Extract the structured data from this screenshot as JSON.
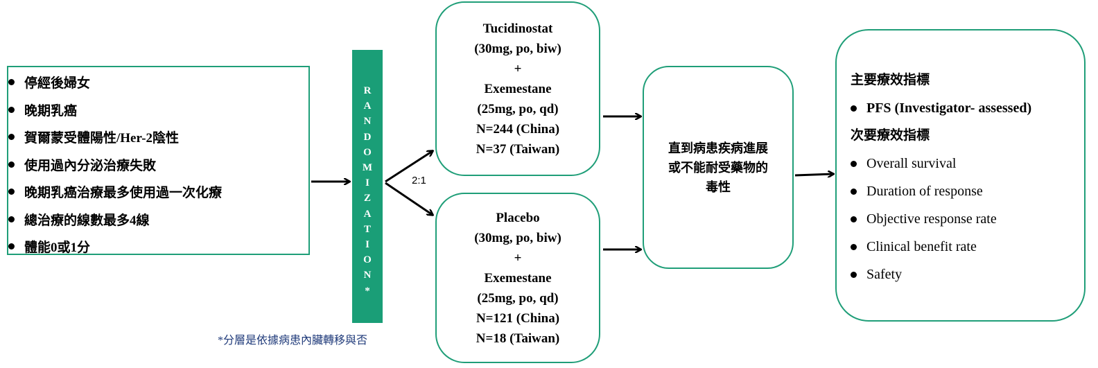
{
  "criteria": [
    "停經後婦女",
    "晚期乳癌",
    "賀爾蒙受體陽性/Her-2陰性",
    "使用過內分泌治療失敗",
    "晚期乳癌治療最多使用過一次化療",
    "總治療的線數最多4線",
    "體能0或1分"
  ],
  "randomization": [
    "R",
    "A",
    "N",
    "D",
    "O",
    "M",
    "I",
    "Z",
    "A",
    "T",
    "I",
    "O",
    "N",
    "*"
  ],
  "ratio": "2:1",
  "footnote": "*分層是依據病患內臟轉移與否",
  "arm1": [
    "Tucidinostat",
    "(30mg, po, biw)",
    "+",
    "Exemestane",
    "(25mg, po, qd)",
    "N=244 (China)",
    "N=37 (Taiwan)"
  ],
  "arm2": [
    "Placebo",
    "(30mg, po, biw)",
    "+",
    "Exemestane",
    "(25mg, po, qd)",
    "N=121 (China)",
    "N=18 (Taiwan)"
  ],
  "until": [
    "直到病患疾病進展",
    "或不能耐受藥物的",
    "毒性"
  ],
  "endpoints": {
    "primary_title": "主要療效指標",
    "primary": [
      "PFS  (Investigator- assessed)"
    ],
    "secondary_title": "次要療效指標",
    "secondary": [
      "Overall  survival",
      "Duration of response",
      "Objective  response rate",
      "Clinical  benefit rate",
      "Safety"
    ]
  },
  "colors": {
    "green": "#1a9e77",
    "footnote": "#1f3a7a"
  }
}
